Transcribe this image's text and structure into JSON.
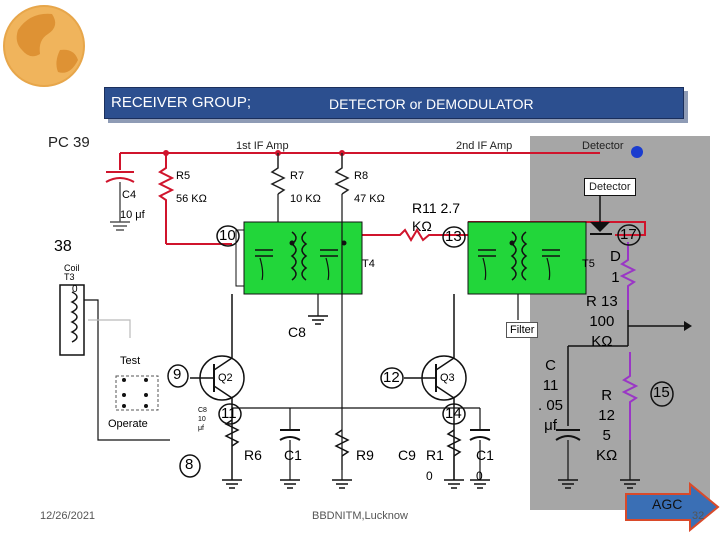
{
  "header": {
    "left_title": "RECEIVER GROUP;",
    "right_title": "DETECTOR or DEMODULATOR"
  },
  "diagram": {
    "pc_label": "PC 39",
    "if1_label": "1st IF Amp",
    "if2_label": "2nd IF Amp",
    "detector_top": "Detector",
    "detector_box": "Detector",
    "c4_label": "C4",
    "c4_value": "10 μf",
    "r5_label": "R5",
    "r5_value": "56 KΩ",
    "r7_label": "R7",
    "r7_value": "10 KΩ",
    "r8_label": "R8",
    "r8_value": "47 KΩ",
    "r11_label": "R11  2.7",
    "r11_unit": "KΩ",
    "t4_label": "T4",
    "t5_label": "T5",
    "filter_label": "Filter",
    "c8_label": "C8",
    "test_label": "Test",
    "operate_label": "Operate",
    "q2_label": "Q2",
    "q3_label": "Q3",
    "c_small_label": "C8 10 μf",
    "r6_label": "R6",
    "c1_label": "C1",
    "r9_label": "R9",
    "c9_label": "C9",
    "r1_label": "R1",
    "r1_sub": "0",
    "c1b_label": "C1",
    "c1b_sub": "0",
    "d1_label": "D\n1",
    "r13_label": "R 13\n100\nKΩ",
    "c11_label": "C\n11\n. 05\nμf",
    "r125_label": "R\n12\n5\nKΩ",
    "coil_38": "38",
    "coil_t3": "Coil\nT3",
    "coil_0": "0",
    "num_9": "9",
    "num_8": "8",
    "num_10": "10",
    "num_11": "11",
    "num_12": "12",
    "num_13": "13",
    "num_14": "14",
    "num_15": "15",
    "num_17": "17",
    "agc_label": "AGC"
  },
  "footer": {
    "date": "12/26/2021",
    "institute": "BBDNITM,Lucknow",
    "page": "32"
  },
  "colors": {
    "header_bg": "#2c4f8f",
    "wire_red": "#d0142c",
    "transformer_green": "#22d63a",
    "detector_panel": "#a6a6a6",
    "agc_arrow": "#3a6fb5"
  }
}
